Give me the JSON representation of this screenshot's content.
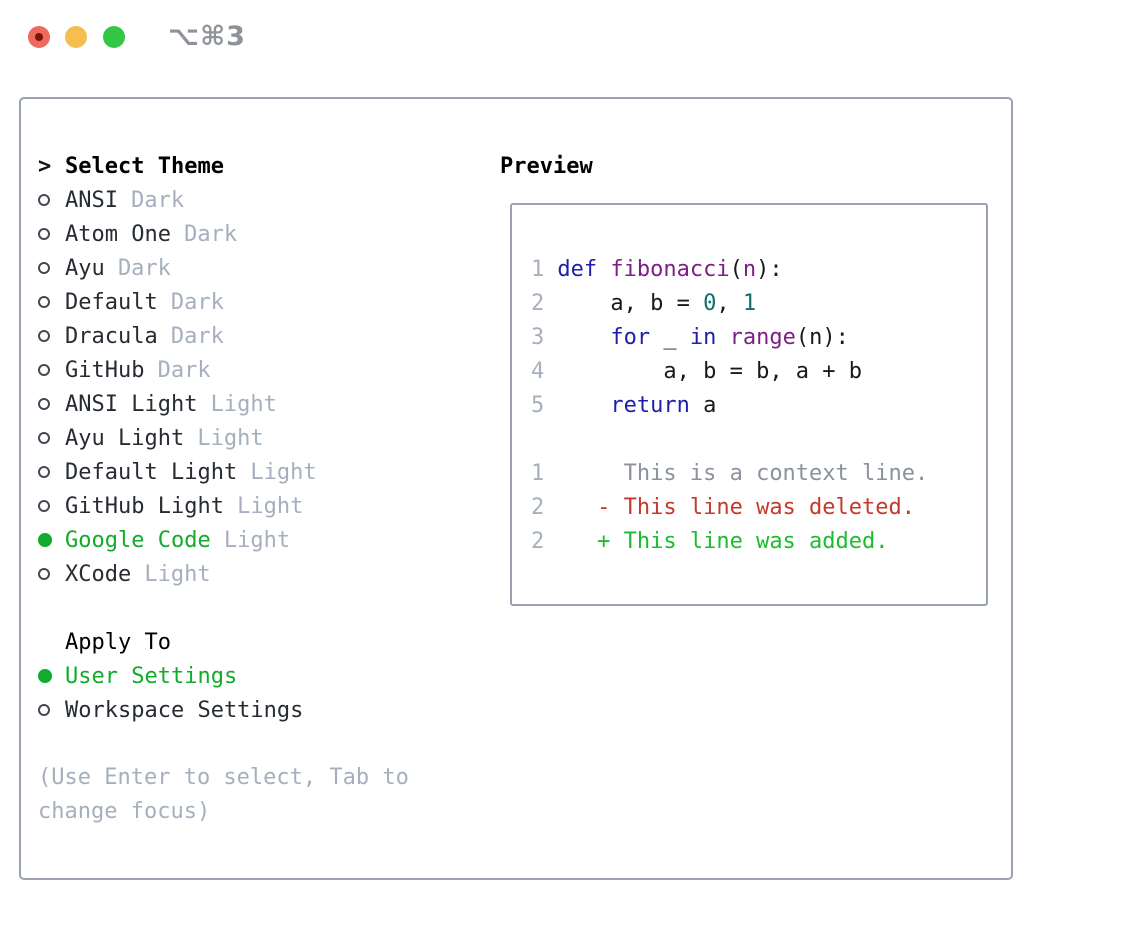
{
  "window": {
    "shortcut_label": "⌥⌘3",
    "traffic_lights": [
      {
        "name": "close",
        "color": "#ee6a5f",
        "has_inner_dot": true,
        "dot_color": "#7c1208"
      },
      {
        "name": "minimize",
        "color": "#f5bf4f",
        "has_inner_dot": false
      },
      {
        "name": "maximize",
        "color": "#33c748",
        "has_inner_dot": false
      }
    ]
  },
  "theme_selector": {
    "prompt_prefix": ">",
    "title": "Select Theme",
    "items": [
      {
        "label": "ANSI",
        "tag": "Dark",
        "selected": false
      },
      {
        "label": "Atom One",
        "tag": "Dark",
        "selected": false
      },
      {
        "label": "Ayu",
        "tag": "Dark",
        "selected": false
      },
      {
        "label": "Default",
        "tag": "Dark",
        "selected": false
      },
      {
        "label": "Dracula",
        "tag": "Dark",
        "selected": false
      },
      {
        "label": "GitHub",
        "tag": "Dark",
        "selected": false
      },
      {
        "label": "ANSI Light",
        "tag": "Light",
        "selected": false
      },
      {
        "label": "Ayu Light",
        "tag": "Light",
        "selected": false
      },
      {
        "label": "Default Light",
        "tag": "Light",
        "selected": false
      },
      {
        "label": "GitHub Light",
        "tag": "Light",
        "selected": false
      },
      {
        "label": "Google Code",
        "tag": "Light",
        "selected": true
      },
      {
        "label": "XCode",
        "tag": "Light",
        "selected": false
      }
    ]
  },
  "apply_to": {
    "title": "Apply To",
    "options": [
      {
        "label": "User Settings",
        "selected": true
      },
      {
        "label": "Workspace Settings",
        "selected": false
      }
    ]
  },
  "help_text": "(Use Enter to select, Tab to change focus)",
  "preview": {
    "title": "Preview",
    "lines": [
      {
        "num": "1",
        "segs": [
          [
            "kw",
            "def"
          ],
          [
            "pl",
            " "
          ],
          [
            "fn",
            "fibonacci"
          ],
          [
            "pl",
            "("
          ],
          [
            "fn",
            "n"
          ],
          [
            "pl",
            "):"
          ]
        ]
      },
      {
        "num": "2",
        "segs": [
          [
            "pl",
            "    a, b = "
          ],
          [
            "lit",
            "0"
          ],
          [
            "pl",
            ", "
          ],
          [
            "lit",
            "1"
          ]
        ]
      },
      {
        "num": "3",
        "segs": [
          [
            "pl",
            "    "
          ],
          [
            "kw",
            "for"
          ],
          [
            "pl",
            " _ "
          ],
          [
            "kw",
            "in"
          ],
          [
            "pl",
            " "
          ],
          [
            "fn",
            "range"
          ],
          [
            "pl",
            "(n):"
          ]
        ]
      },
      {
        "num": "4",
        "segs": [
          [
            "pl",
            "        a, b = b, a + b"
          ]
        ]
      },
      {
        "num": "5",
        "segs": [
          [
            "pl",
            "    "
          ],
          [
            "kw",
            "return"
          ],
          [
            "pl",
            " a"
          ]
        ]
      },
      {
        "num": "",
        "segs": []
      },
      {
        "num": "1",
        "segs": [
          [
            "ctx",
            "     This is a context line."
          ]
        ]
      },
      {
        "num": "2",
        "segs": [
          [
            "del",
            "   - This line was deleted."
          ]
        ]
      },
      {
        "num": "2",
        "segs": [
          [
            "add",
            "   + This line was added."
          ]
        ]
      }
    ]
  },
  "colors": {
    "selection_green": "#12ab2c",
    "diff_added_green": "#1bbd2e",
    "diff_deleted_red": "#c5392a",
    "diff_context_gray": "#8b929b",
    "syntax_keyword_blue": "#1e1ea8",
    "syntax_function_purple": "#7d1f87",
    "syntax_literal_teal": "#0d6e6e",
    "muted_gray": "#a6afbd",
    "border_gray": "#99a2ae",
    "traffic_red": "#ee6a5f",
    "traffic_yellow": "#f5bf4f",
    "traffic_green": "#33c748"
  }
}
